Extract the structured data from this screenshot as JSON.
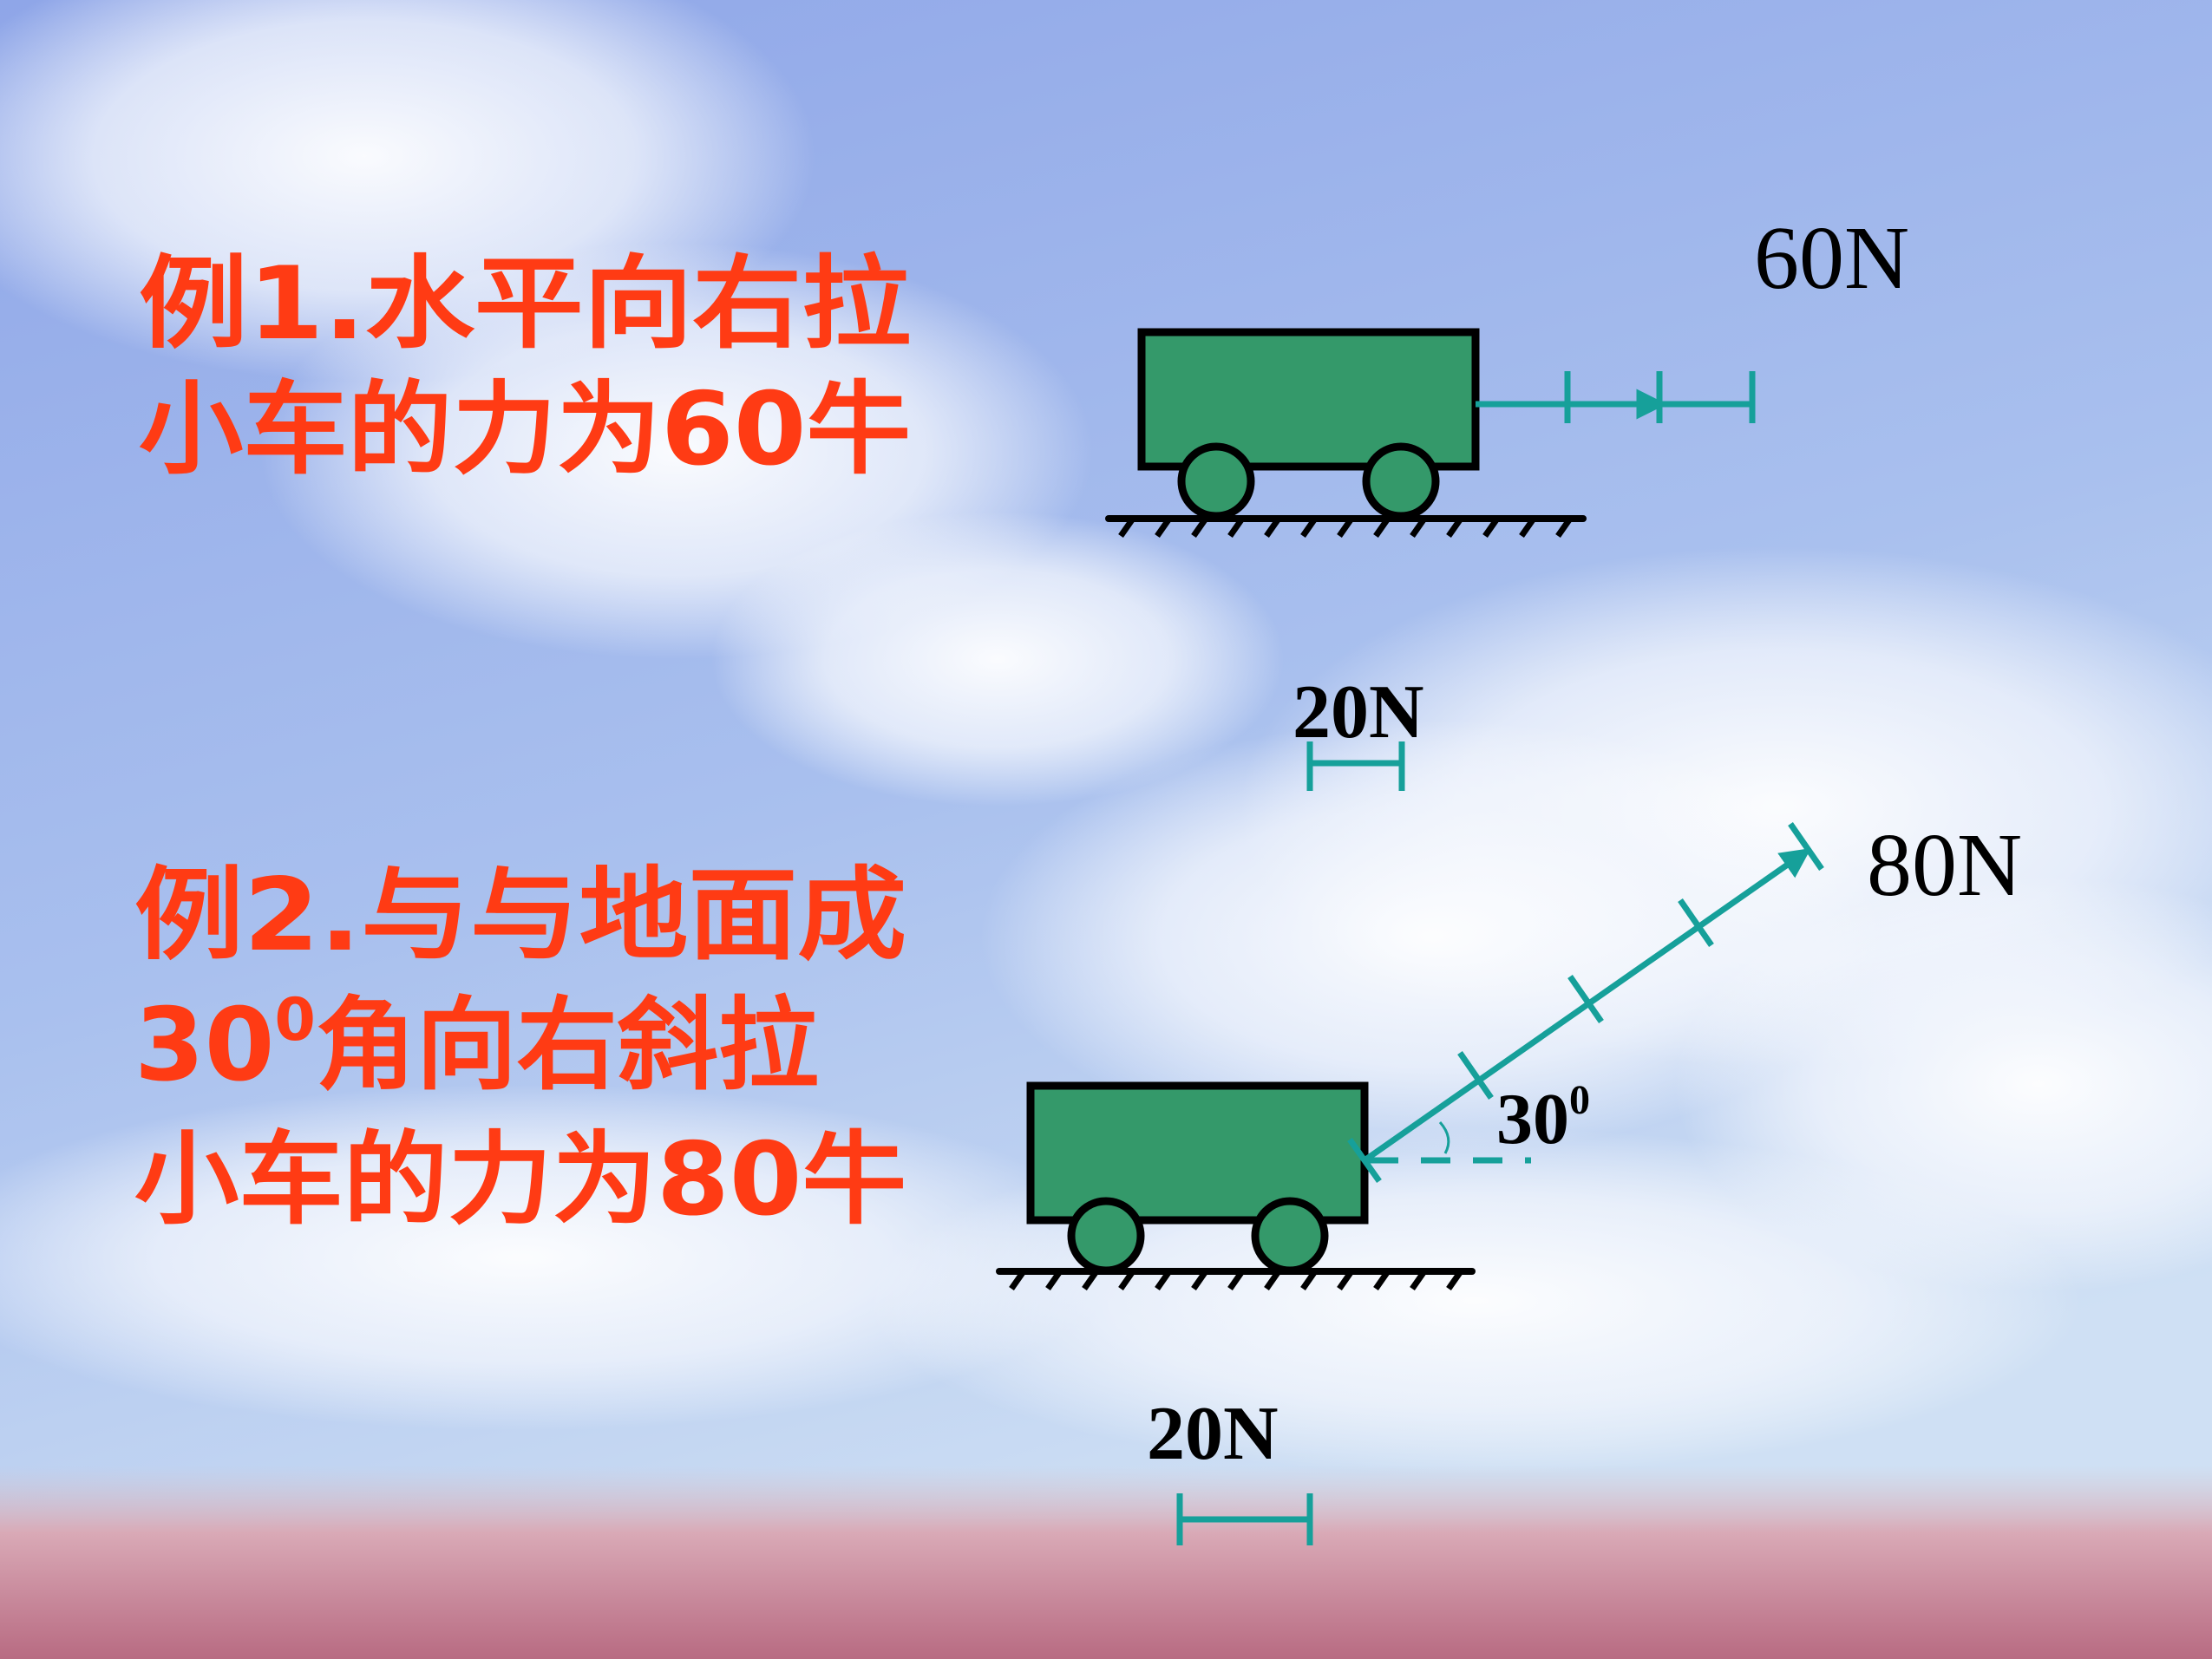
{
  "example1": {
    "line1": "例1.水平向右拉",
    "line2": "小车的力为60牛",
    "force_label": "60N",
    "scale_label": "20N"
  },
  "example2": {
    "line1": "例2.与与地面成",
    "line2_num": "30",
    "line2_sup": "0",
    "line2_rest": "角向右斜拉",
    "line3": "小车的力为80牛",
    "force_label": "80N",
    "angle_num": "30",
    "angle_sup": "0",
    "scale_label": "20N"
  },
  "colors": {
    "text_red": "#ff3b14",
    "car_green": "#34996a",
    "force_teal": "#16a09a",
    "sky_top": "#8fa6e8",
    "sky_bottom": "#b9d2f0"
  }
}
